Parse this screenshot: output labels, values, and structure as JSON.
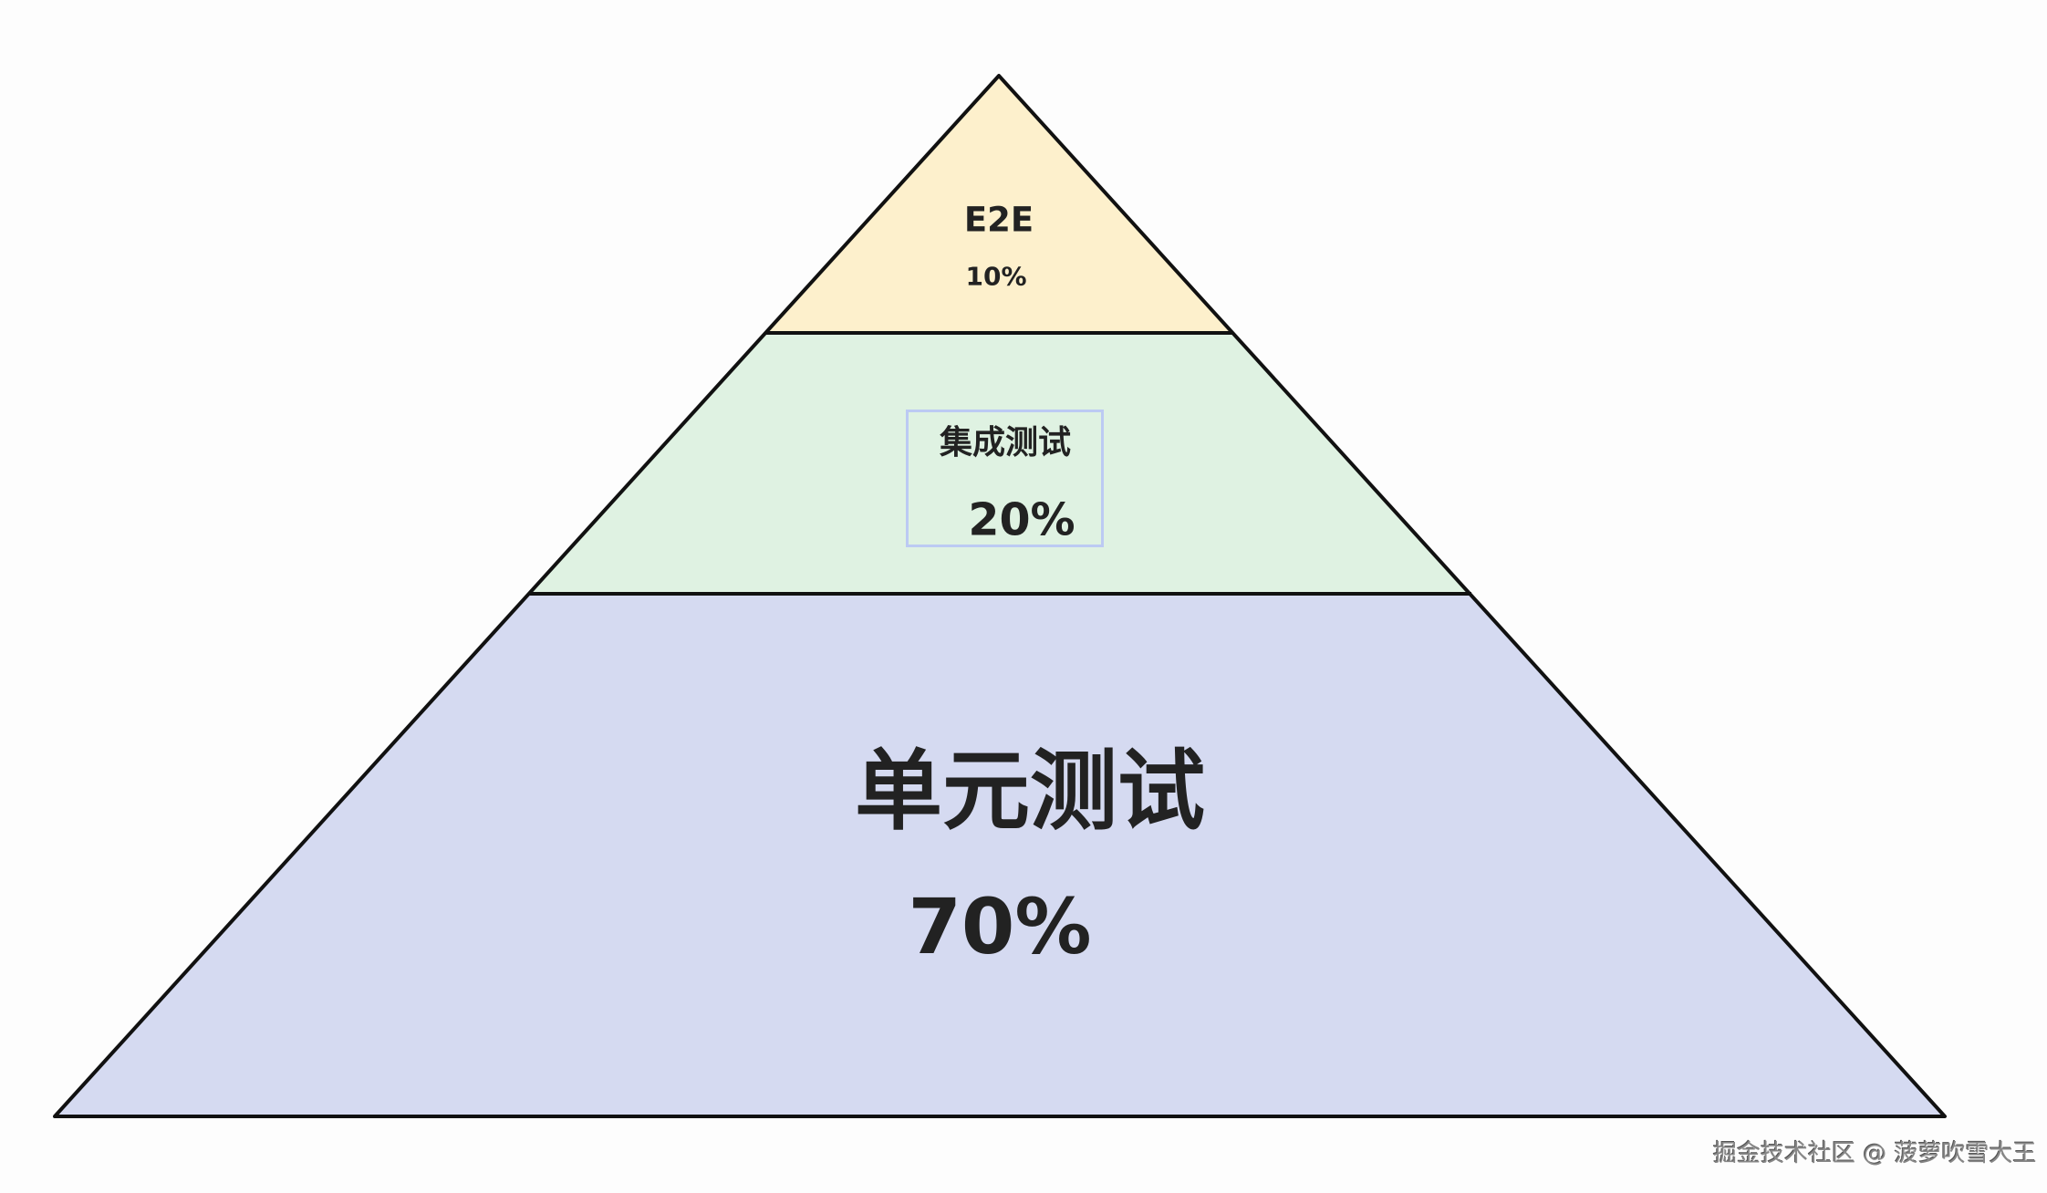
{
  "pyramid": {
    "levels": [
      {
        "label": "E2E",
        "percent": "10%",
        "color": "#fdf0cc"
      },
      {
        "label": "集成测试",
        "percent": "20%",
        "color": "#dff2e2"
      },
      {
        "label": "单元测试",
        "percent": "70%",
        "color": "#d5daf1"
      }
    ],
    "stroke_color": "#111111"
  },
  "watermark": "掘金技术社区 @ 菠萝吹雪大王"
}
